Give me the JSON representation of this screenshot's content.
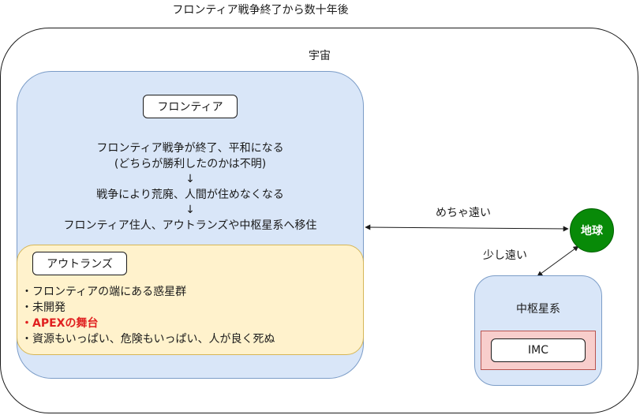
{
  "title": "フロンティア戦争終了から数十年後",
  "universe": {
    "label": "宇宙"
  },
  "frontier": {
    "label": "フロンティア",
    "history": [
      "フロンティア戦争が終了、平和になる",
      "(どちらが勝利したのかは不明)",
      "↓",
      "戦争により荒廃、人間が住めなくなる",
      "↓",
      "フロンティア住人、アウトランズや中枢星系へ移住"
    ]
  },
  "outlands": {
    "label": "アウトランズ",
    "features": [
      "・フロンティアの端にある惑星群",
      "・未開発",
      "・APEXの舞台",
      "・資源もいっぱい、危険もいっぱい、人が良く死ぬ"
    ],
    "highlight_index": 2,
    "highlight_color": "#e02020"
  },
  "earth": {
    "label": "地球",
    "color": "#088a08"
  },
  "connections": {
    "frontier_to_earth": "めちゃ遠い",
    "earth_to_core": "少し遠い"
  },
  "core_systems": {
    "label": "中枢星系",
    "org": "IMC"
  }
}
